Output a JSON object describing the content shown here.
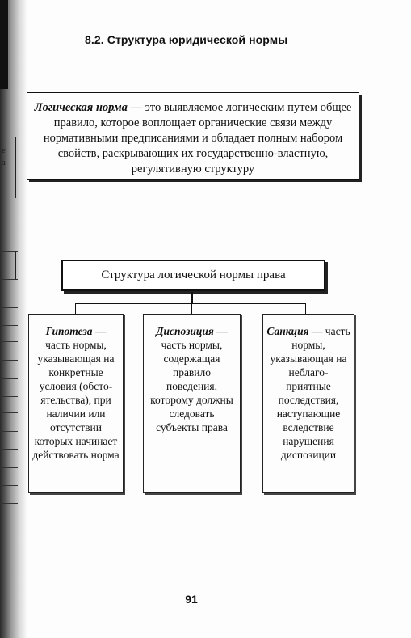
{
  "heading": "8.2. Структура юридической нормы",
  "definition": {
    "term": "Логическая норма",
    "text": " — это выявляемое логическим путем общее правило, которое воплощает органические связи между нормативными предписаниями и обладает полным набором свойств, раскрывающих их государственно-властную, регулятивную структуру"
  },
  "structure_title": "Структура логической нормы права",
  "elements": [
    {
      "term": "Гипотеза",
      "text": " — часть нормы, указывающая на конкретные условия (обсто-ятельства), при наличии или отсутствии которых начинает действовать норма"
    },
    {
      "term": "Диспозиция",
      "text": " — часть нормы, содержащая правило поведения, которому должны следовать субъекты права"
    },
    {
      "term": "Санкция",
      "text": " — часть нормы, указывающая на неблаго-приятные последствия, наступающие вследствие нарушения диспозиции"
    }
  ],
  "margin_fragments": [
    "е",
    "а-"
  ],
  "page_number": "91"
}
